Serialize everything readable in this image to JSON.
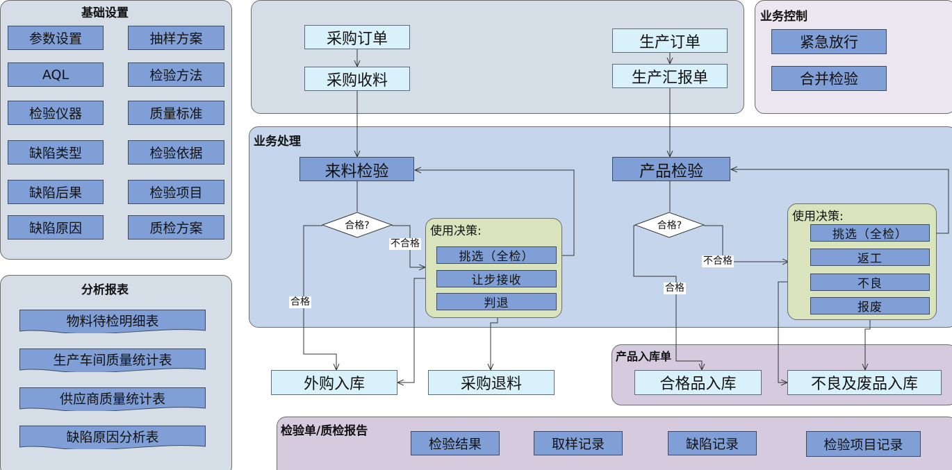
{
  "basic_settings": {
    "title": "基础设置",
    "items": [
      "参数设置",
      "抽样方案",
      "AQL",
      "检验方法",
      "检验仪器",
      "质量标准",
      "缺陷类型",
      "检验依据",
      "缺陷后果",
      "检验项目",
      "缺陷原因",
      "质检方案"
    ]
  },
  "analysis_reports": {
    "title": "分析报表",
    "items": [
      "物料待检明细表",
      "生产车间质量统计表",
      "供应商质量统计表",
      "缺陷原因分析表"
    ]
  },
  "source_docs": {
    "purchase_order": "采购订单",
    "purchase_receipt": "采购收料",
    "production_order": "生产订单",
    "production_report": "生产汇报单"
  },
  "business_control": {
    "title": "业务控制",
    "items": [
      "紧急放行",
      "合并检验"
    ]
  },
  "business_processing": {
    "title": "业务处理",
    "incoming_inspection": "来料检验",
    "product_inspection": "产品检验",
    "qualified_question": "合格?",
    "decision_left": {
      "title": "使用决策:",
      "items": [
        "挑选（全检）",
        "让步接收",
        "判退"
      ]
    },
    "decision_right": {
      "title": "使用决策:",
      "items": [
        "挑选（全检）",
        "返工",
        "不良",
        "报废"
      ]
    },
    "label_pass": "合格",
    "label_fail": "不合格"
  },
  "outputs": {
    "outsourced_in": "外购入库",
    "purchase_return": "采购退料"
  },
  "product_warehousing": {
    "title": "产品入库单",
    "qualified_in": "合格品入库",
    "defect_scrap_in": "不良及废品入库"
  },
  "inspection_reports": {
    "title": "检验单/质检报告",
    "items": [
      "检验结果",
      "取样记录",
      "缺陷记录",
      "检验项目记录"
    ]
  },
  "colors": {
    "panel_gray": "#d5dde7",
    "panel_blue": "#c5d6ec",
    "panel_purple": "#d6cadf",
    "panel_lavender": "#ebe6ef",
    "button_blue": "#7f9fd6",
    "light_box": "#d9f1fb",
    "decision_green": "#d9e3bc"
  }
}
